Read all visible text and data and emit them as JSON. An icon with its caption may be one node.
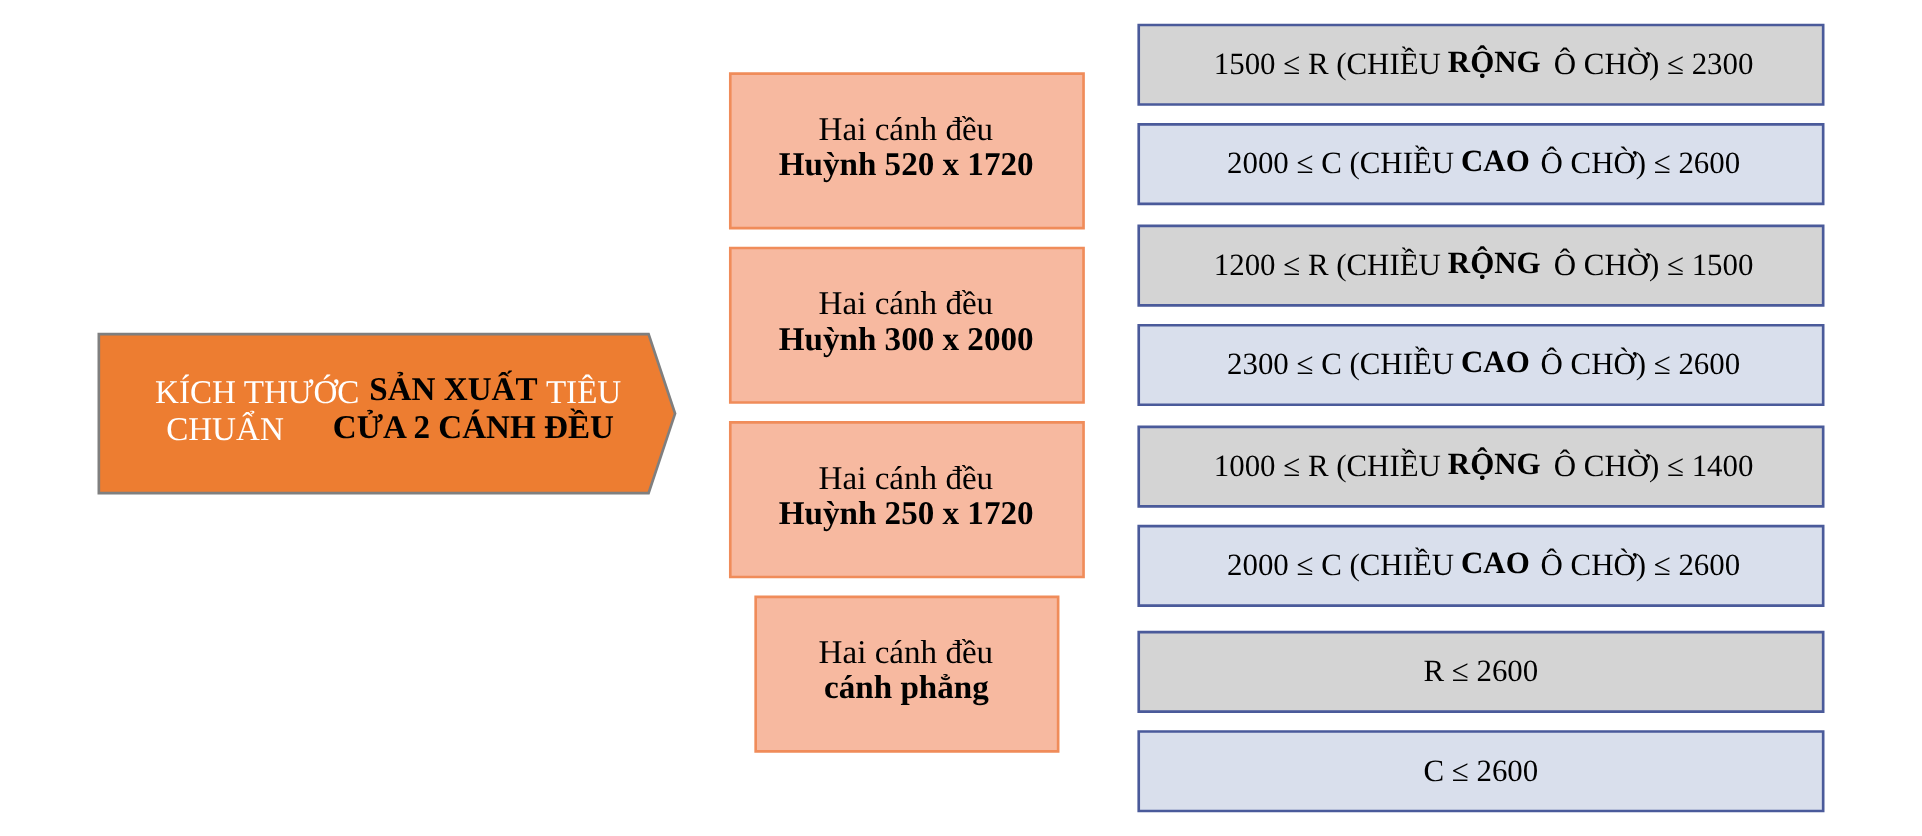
{
  "diagram": {
    "nodes": [
      {
        "text": [
          "KÍCH THƯỚC **SẢN XUẤT** TIÊU CHUẨN **CỬA 2 CÁNH ĐỀU**"
        ]
      },
      {
        "text": [
          "Hai cánh đều",
          "Huỳnh 520 x 1720"
        ]
      },
      {
        "text": [
          "1500 ≤ R (CHIỀU **RỘNG** Ô CHỜ) ≤ 2300"
        ]
      },
      {
        "text": [
          "2000 ≤ C (CHIỀU **CAO** Ô CHỜ) ≤ 2600"
        ]
      },
      {
        "text": [
          "Hai cánh đều",
          "Huỳnh 300 x 2000"
        ]
      },
      {
        "text": [
          "1200 ≤ R (CHIỀU **RỘNG** Ô CHỜ) ≤ 1500"
        ]
      },
      {
        "text": [
          "2300 ≤ C (CHIỀU **CAO** Ô CHỜ) ≤ 2600"
        ]
      },
      {
        "text": [
          "Hai cánh đều",
          "Huỳnh 250 x 1720"
        ]
      },
      {
        "text": [
          "1000 ≤ R (CHIỀU **RỘNG** Ô CHỜ) ≤ 1400"
        ]
      },
      {
        "text": [
          "2000 ≤ C (CHIỀU **CAO** Ô CHỜ) ≤ 2600"
        ]
      },
      {
        "text": [
          "Hai cánh đều",
          "cánh phẳng"
        ]
      },
      {
        "text": [
          "R ≤ 2600"
        ]
      },
      {
        "text": [
          "C ≤ 2600"
        ]
      }
    ]
  }
}
